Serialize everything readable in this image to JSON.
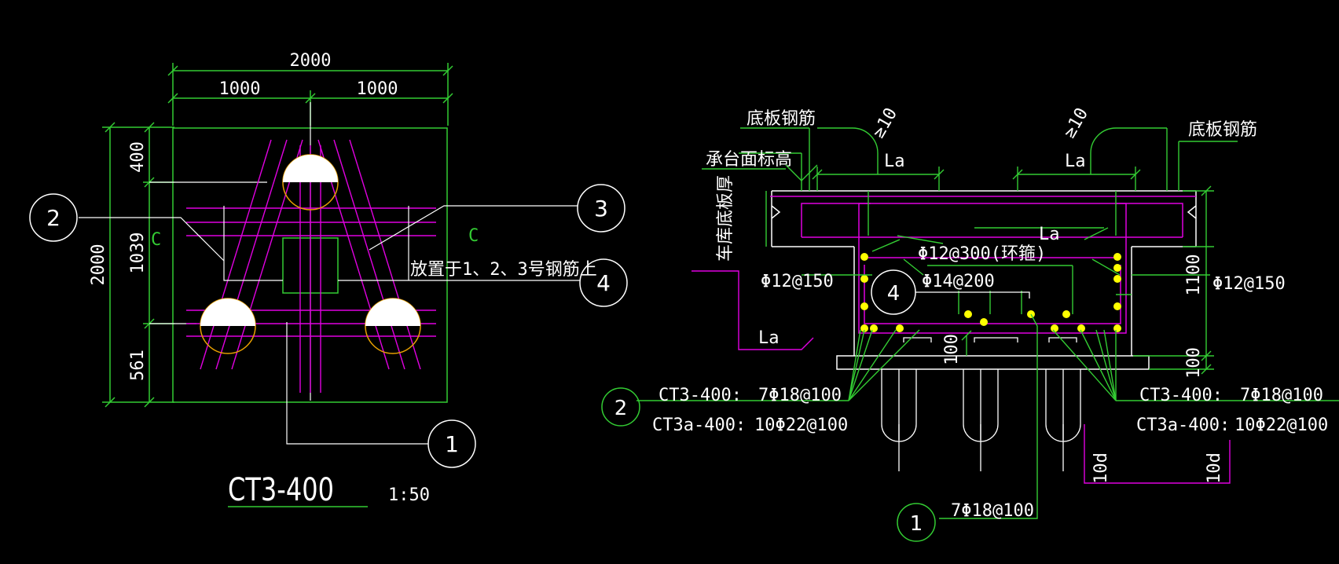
{
  "left": {
    "dims": {
      "top_total": "2000",
      "top_left": "1000",
      "top_right": "1000",
      "side_total": "2000",
      "side_a": "400",
      "side_b": "1039",
      "side_c": "561",
      "c_marker": "C"
    },
    "callouts": {
      "c1": "1",
      "c2": "2",
      "c3": "3",
      "c4": "4"
    },
    "note": "放置于1、2、3号钢筋上",
    "c_label": "C",
    "title": "CT3-400",
    "scale": "1:50"
  },
  "right": {
    "labels": {
      "bottom_rebar_left": "底板钢筋",
      "bottom_rebar_right": "底板钢筋",
      "cap_top_elev": "承台面标高",
      "slab_thickness": "车库底板厚",
      "la1": "La",
      "la2": "La",
      "la3": "La",
      "la4": "La",
      "bend_left": "≥10",
      "bend_right": "≥10"
    },
    "rebar": {
      "hoop": "Φ12@300(环箍)",
      "left_side": "Φ12@150",
      "right_side": "Φ12@150",
      "middle": "Φ14@200",
      "bottom_left_1_name": "CT3-400:",
      "bottom_left_1_val": "7Φ18@100",
      "bottom_left_2_name": "CT3a-400:",
      "bottom_left_2_val": "10Φ22@100",
      "bottom_right_1_name": "CT3-400:",
      "bottom_right_1_val": "7Φ18@100",
      "bottom_right_2_name": "CT3a-400:",
      "bottom_right_2_val": "10Φ22@100",
      "bottom_1": "7Φ18@100"
    },
    "dims": {
      "height": "1100",
      "cushion_right": "100",
      "cushion_mid": "100",
      "hook_left": "10d",
      "hook_right": "10d"
    },
    "callouts": {
      "c1": "1",
      "c2": "2",
      "c4": "4"
    }
  },
  "colors": {
    "background": "#000000",
    "dimension": "#33cc33",
    "rebar": "#e000e0",
    "outline": "#ffffff",
    "pile": "#e8a000",
    "bar_dot": "#ffff00"
  }
}
